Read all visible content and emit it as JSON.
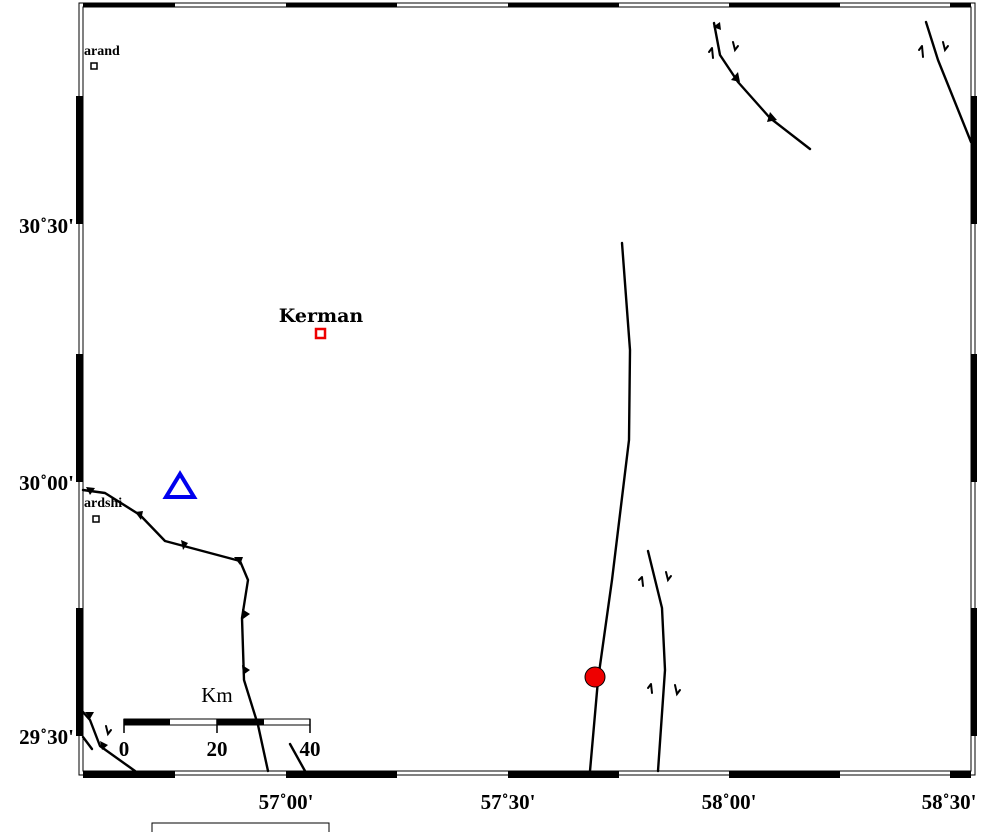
{
  "map": {
    "latitude_labels": [
      "30˚30'",
      "30˚00'",
      "29˚30'"
    ],
    "longitude_labels": [
      "57˚00'",
      "57˚30'",
      "58˚00'",
      "58˚30'"
    ],
    "cities": {
      "kerman": "Kerman",
      "zarand": "arand",
      "sirjan": "ardshi"
    },
    "scale_bar": {
      "unit": "Km",
      "tick_labels": [
        "0",
        "20",
        "40"
      ]
    },
    "markers": {
      "station_symbol": "blue-triangle",
      "epicenter_symbol": "red-circle"
    },
    "colors": {
      "station": "#0000ee",
      "epicenter": "#ee0000",
      "kerman_marker": "#ee0000",
      "faults": "#000000",
      "frame": "#000000"
    }
  }
}
